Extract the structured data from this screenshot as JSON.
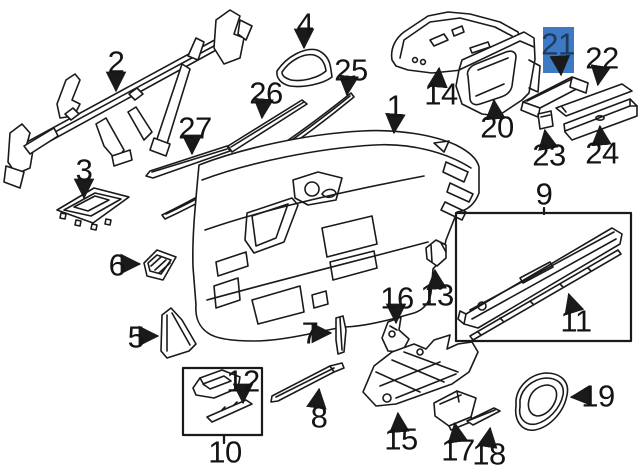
{
  "diagram": {
    "description": "Exploded line-art parts diagram of a vehicle instrument panel with numbered callouts",
    "colors": {
      "background": "#ffffff",
      "line": "#1a1a1a",
      "highlight_fill": "#3e7ac4",
      "highlight_text": "#1e3a5f"
    },
    "selected_part": "21",
    "labels": {
      "1": "1",
      "2": "2",
      "3": "3",
      "4": "4",
      "5": "5",
      "6": "6",
      "7": "7",
      "8": "8",
      "9": "9",
      "10": "10",
      "11": "11",
      "12": "12",
      "13": "13",
      "14": "14",
      "15": "15",
      "16": "16",
      "17": "17",
      "18": "18",
      "19": "19",
      "20": "20",
      "21": "21",
      "22": "22",
      "23": "23",
      "24": "24",
      "25": "25",
      "26": "26",
      "27": "27"
    },
    "groups": [
      {
        "outer_label": "9",
        "inner_label": "11"
      },
      {
        "outer_label": "10",
        "inner_label": "12"
      }
    ]
  }
}
